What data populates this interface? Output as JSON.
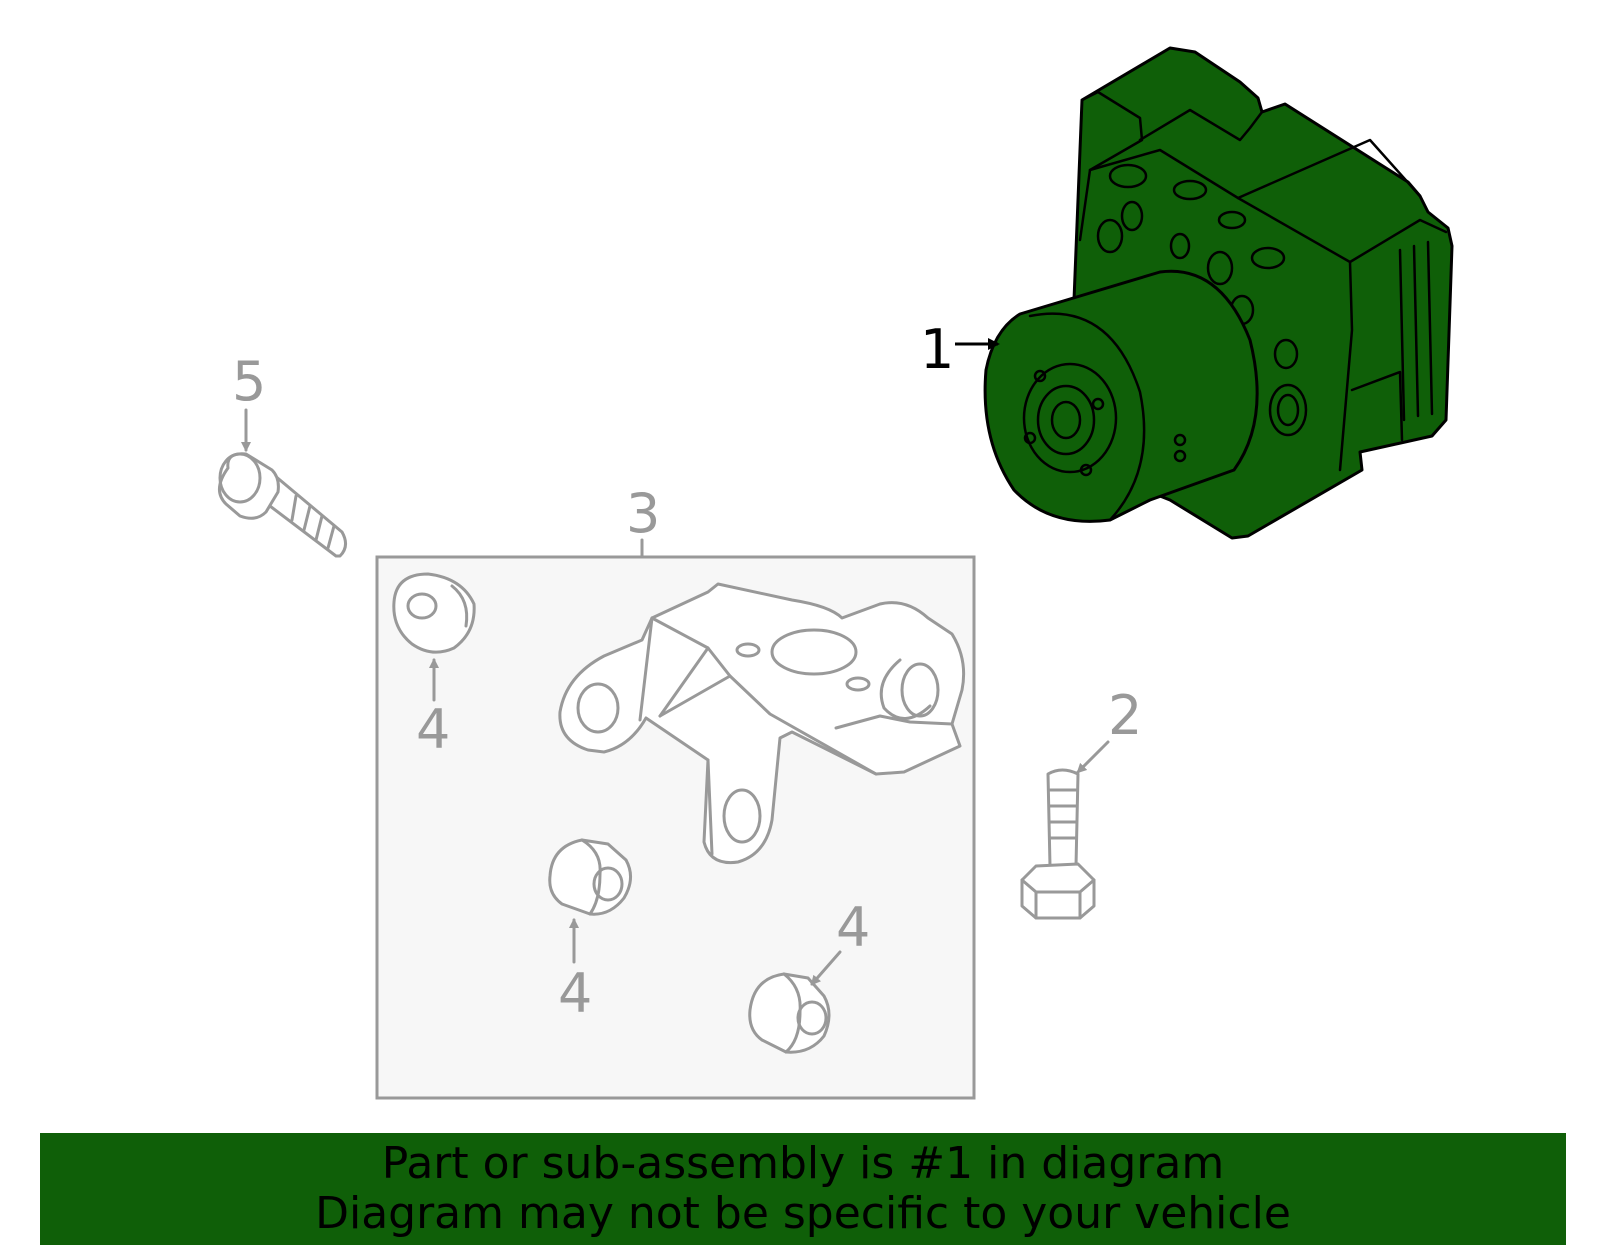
{
  "callouts": {
    "c1": "1",
    "c2": "2",
    "c3": "3",
    "c4a": "4",
    "c4b": "4",
    "c4c": "4",
    "c5": "5"
  },
  "banner": {
    "line1": "Part or sub-assembly is #1 in diagram",
    "line2": "Diagram may not be specific to your vehicle"
  },
  "colors": {
    "highlight_green": "#0f5f08",
    "outline_gray": "#999999",
    "panel_bg": "#f7f7f7"
  }
}
